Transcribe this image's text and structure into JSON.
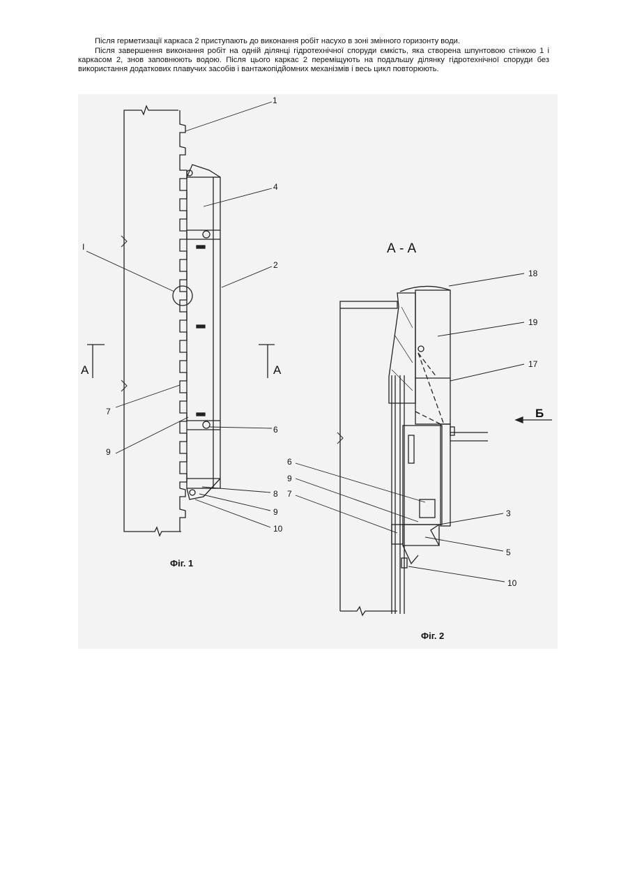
{
  "document": {
    "paragraphs": [
      "Після герметизації каркаса 2 приступають до виконання робіт насухо в зоні змінного горизонту води.",
      "Після завершення виконання робіт на одній ділянці гідротехнічної споруди ємкість, яка створена шпунтовою стінкою 1 і каркасом 2, знов заповнюють водою. Після цього каркас 2 переміщують на подальшу ділянку гідротехнічної споруди без використання додаткових плавучих засобів і вантажопідйомних механізмів і весь цикл повторюють."
    ]
  },
  "fig1": {
    "caption": "Фіг. 1",
    "section_left": "А",
    "section_right": "А",
    "detail_label": "I",
    "callouts": [
      "1",
      "4",
      "2",
      "7",
      "9",
      "6",
      "8",
      "9",
      "10"
    ]
  },
  "fig2": {
    "caption": "Фіг. 2",
    "section_title": "А - А",
    "view_label": "Б",
    "callouts": [
      "18",
      "19",
      "17",
      "6",
      "9",
      "7",
      "3",
      "5",
      "10"
    ]
  }
}
